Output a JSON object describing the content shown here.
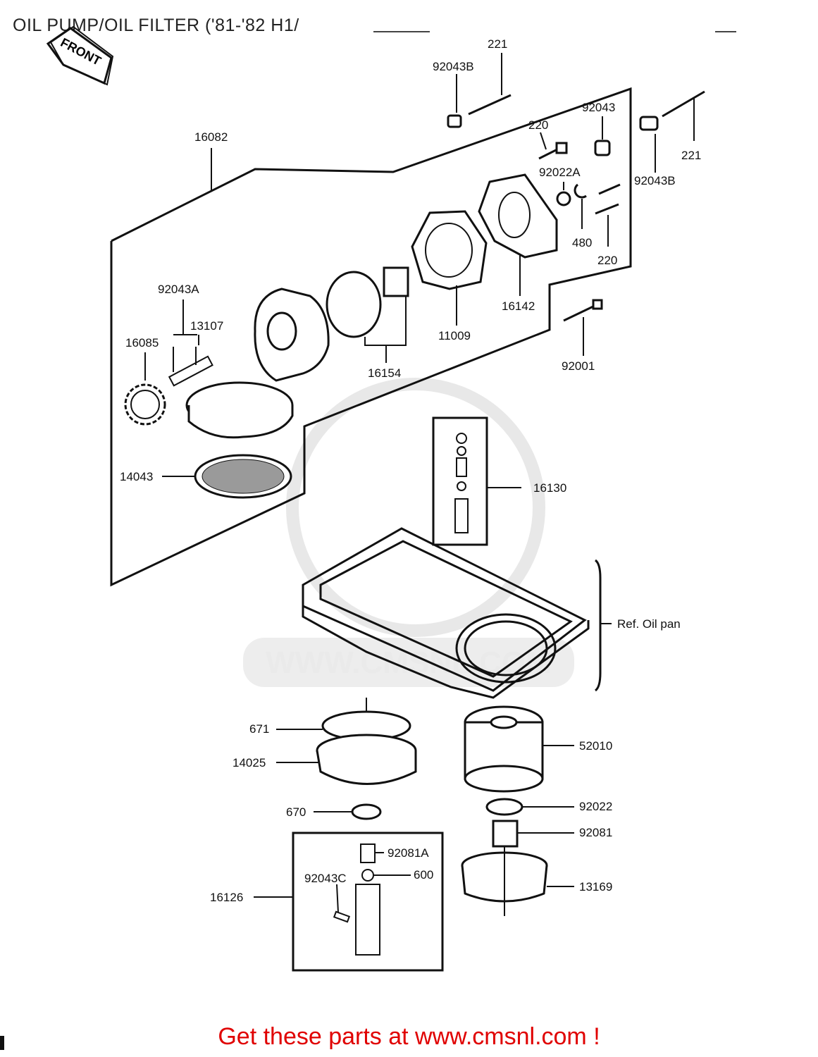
{
  "title": "OIL PUMP/OIL FILTER ('81-'82 H1/",
  "front_tag": "FRONT",
  "footer": "Get these parts at www.cmsnl.com !",
  "watermark": "WWW.CMSNL.COM",
  "reference_label": "Ref. Oil pan",
  "parts": {
    "p221_top": "221",
    "p92043B_top": "92043B",
    "p92043": "92043",
    "p220_top": "220",
    "p221_right": "221",
    "p92043B_right": "92043B",
    "p16082": "16082",
    "p92022A": "92022A",
    "p480": "480",
    "p220_right": "220",
    "p16142": "16142",
    "p92043A": "92043A",
    "p13107": "13107",
    "p16085": "16085",
    "p11009": "11009",
    "p92001": "92001",
    "p16154": "16154",
    "p14043": "14043",
    "p16130": "16130",
    "p671": "671",
    "p52010": "52010",
    "p14025": "14025",
    "p670": "670",
    "p92022": "92022",
    "p92081": "92081",
    "p92081A": "92081A",
    "p600": "600",
    "p92043C": "92043C",
    "p13169": "13169",
    "p16126": "16126"
  }
}
